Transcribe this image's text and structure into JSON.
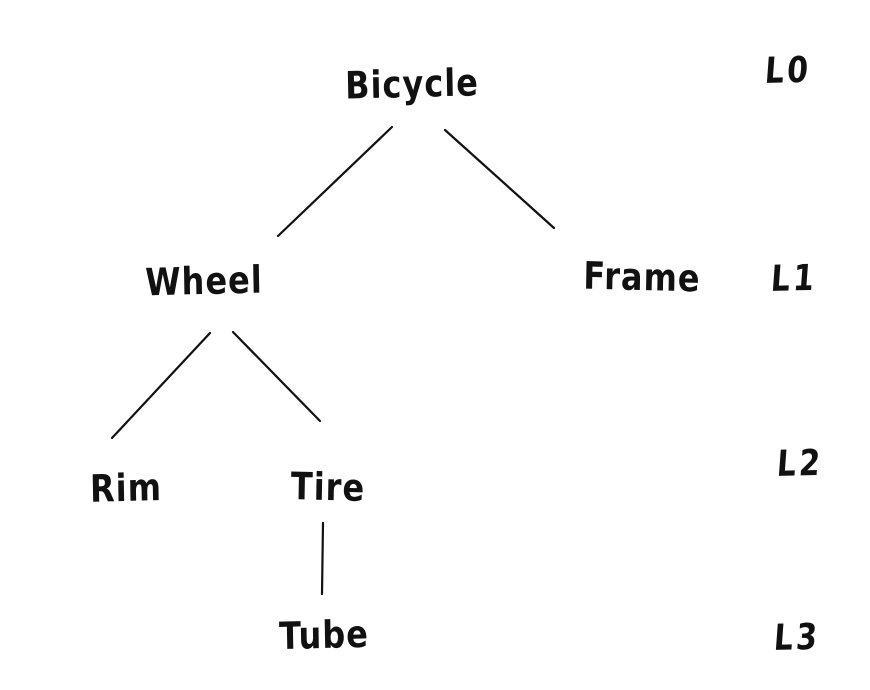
{
  "diagram": {
    "type": "tree",
    "style": "hand-drawn",
    "colors": {
      "ink": "#111111",
      "background": "#ffffff"
    },
    "nodes": [
      {
        "id": "bicycle",
        "label": "Bicycle",
        "level": 0
      },
      {
        "id": "wheel",
        "label": "Wheel",
        "level": 1
      },
      {
        "id": "frame",
        "label": "Frame",
        "level": 1
      },
      {
        "id": "rim",
        "label": "Rim",
        "level": 2
      },
      {
        "id": "tire",
        "label": "Tire",
        "level": 2
      },
      {
        "id": "tube",
        "label": "Tube",
        "level": 3
      }
    ],
    "edges": [
      {
        "from": "bicycle",
        "to": "wheel"
      },
      {
        "from": "bicycle",
        "to": "frame"
      },
      {
        "from": "wheel",
        "to": "rim"
      },
      {
        "from": "wheel",
        "to": "tire"
      },
      {
        "from": "tire",
        "to": "tube"
      }
    ],
    "level_labels": [
      {
        "id": "l0",
        "label": "L0"
      },
      {
        "id": "l1",
        "label": "L1"
      },
      {
        "id": "l2",
        "label": "L2"
      },
      {
        "id": "l3",
        "label": "L3"
      }
    ]
  }
}
